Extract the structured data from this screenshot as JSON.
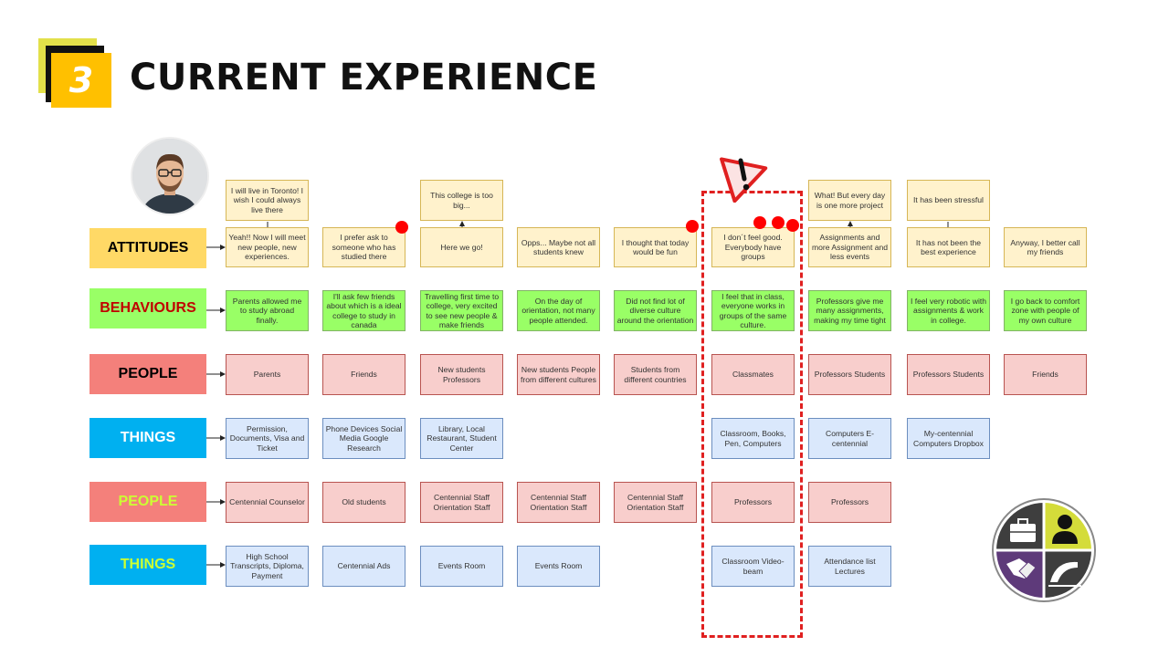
{
  "slide": {
    "number": "3",
    "title": "CURRENT EXPERIENCE"
  },
  "rows": {
    "attitudes": {
      "label": "ATTITUDES",
      "bg": "#ffd966",
      "color": "#000000"
    },
    "behaviours": {
      "label": "BEHAVIOURS",
      "bg": "#99ff66",
      "color": "#c00000"
    },
    "people1": {
      "label": "PEOPLE",
      "bg": "#f4807b",
      "color": "#000000"
    },
    "things1": {
      "label": "THINGS",
      "bg": "#00b0f0",
      "color": "#ffffff"
    },
    "people2": {
      "label": "PEOPLE",
      "bg": "#f4807b",
      "color": "#ccff33"
    },
    "things2": {
      "label": "THINGS",
      "bg": "#00b0f0",
      "color": "#ccff33"
    }
  },
  "cells": {
    "thoughts": [
      "I will live in Toronto! I wish I could always live there",
      "This college is too big...",
      "What! But every day is one more project",
      "It has been stressful"
    ],
    "attitudes": [
      "Yeah!! Now I will meet new people, new experiences.",
      "I prefer ask to someone who has studied there",
      "Here we go!",
      "Opps... Maybe not all students knew",
      "I thought that today would be fun",
      "I don´t feel good. Everybody have groups",
      "Assignments and more Assignment and less events",
      "It has not been the best experience",
      "Anyway, I better call my friends"
    ],
    "behaviours": [
      "Parents allowed me to study abroad finally.",
      "I'll ask few friends about which is a ideal college to study in canada",
      "Travelling first time to college, very excited to see new people & make friends",
      "On the day of orientation, not many people attended.",
      "Did not find lot of diverse culture around the orientation",
      "I feel that in class, everyone works in groups of the same culture.",
      "Professors give me many assignments, making my time tight",
      "I feel very robotic with assignments & work in college.",
      "I go back to comfort zone with people of my own culture"
    ],
    "people1": [
      "Parents",
      "Friends",
      "New students Professors",
      "New students People from different cultures",
      "Students from different countries",
      "Classmates",
      "Professors Students",
      "Professors Students",
      "Friends"
    ],
    "things1": [
      "Permission, Documents, Visa and Ticket",
      "Phone Devices Social Media Google Research",
      "Library, Local Restaurant, Student Center",
      "Classroom, Books, Pen, Computers",
      "Computers E-centennial",
      "My-centennial Computers Dropbox"
    ],
    "people2": [
      "Centennial Counselor",
      "Old students",
      "Centennial Staff Orientation Staff",
      "Centennial Staff Orientation Staff",
      "Centennial Staff Orientation Staff",
      "Professors",
      "Professors"
    ],
    "things2": [
      "High School Transcripts, Diploma, Payment",
      "Centennial Ads",
      "Events Room",
      "Events Room",
      "Classroom Video-beam",
      "Attendance list Lectures"
    ]
  },
  "colors": {
    "accent": "#ffc000",
    "alert": "#e02020"
  },
  "icons": {
    "warning": "warning-icon",
    "persona": "persona-avatar",
    "logo": "quadrant-logo"
  }
}
